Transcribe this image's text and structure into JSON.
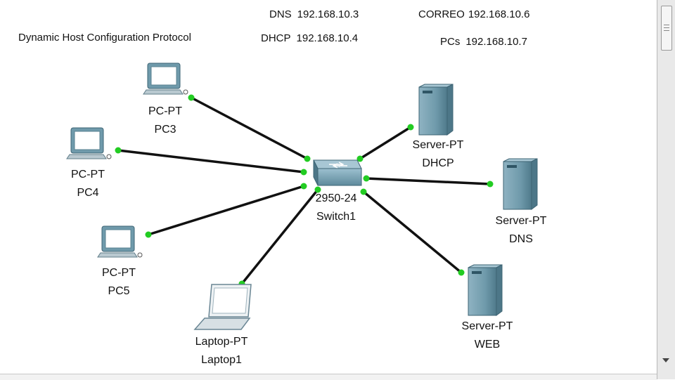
{
  "header": {
    "title": "Dynamic Host Configuration Protocol",
    "dns": {
      "key": "DNS",
      "value": "192.168.10.3"
    },
    "dhcp": {
      "key": "DHCP",
      "value": "192.168.10.4"
    },
    "correo": {
      "key": "CORREO",
      "value": "192.168.10.6"
    },
    "pcs": {
      "key": "PCs",
      "value": "192.168.10.7"
    }
  },
  "devices": {
    "pc3": {
      "model": "PC-PT",
      "name": "PC3"
    },
    "pc4": {
      "model": "PC-PT",
      "name": "PC4"
    },
    "pc5": {
      "model": "PC-PT",
      "name": "PC5"
    },
    "laptop1": {
      "model": "Laptop-PT",
      "name": "Laptop1"
    },
    "switch1": {
      "model": "2950-24",
      "name": "Switch1"
    },
    "dhcp_server": {
      "model": "Server-PT",
      "name": "DHCP"
    },
    "dns_server": {
      "model": "Server-PT",
      "name": "DNS"
    },
    "web_server": {
      "model": "Server-PT",
      "name": "WEB"
    }
  },
  "colors": {
    "link": "#111111",
    "link_up": "#22cc22",
    "device_fill": "#6f9aab",
    "device_dark": "#4b7384",
    "screen": "#ffffff"
  }
}
